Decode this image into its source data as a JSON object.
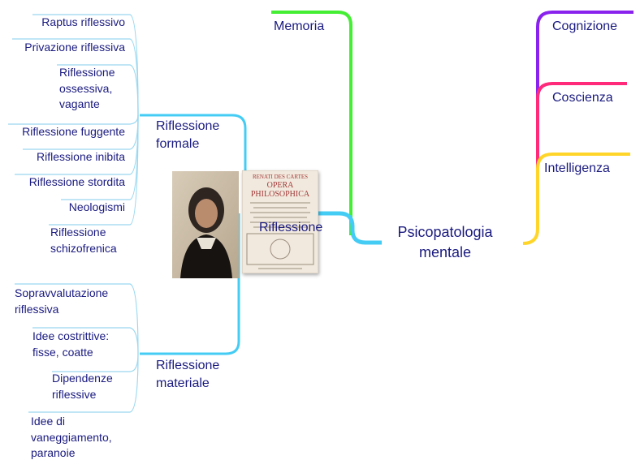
{
  "central": {
    "label": "Psicopatologia mentale"
  },
  "topics": {
    "memoria": "Memoria",
    "cognizione": "Cognizione",
    "coscienza": "Coscienza",
    "intelligenza": "Intelligenza",
    "riflessione": "Riflessione"
  },
  "riflessione_formale": {
    "label": "Riflessione formale",
    "items": [
      "Raptus riflessivo",
      "Privazione riflessiva",
      "Riflessione ossessiva, vagante",
      "Riflessione fuggente",
      "Riflessione inibita",
      "Riflessione stordita",
      "Neologismi",
      "Riflessione schizofrenica"
    ]
  },
  "riflessione_materiale": {
    "label": "Riflessione materiale",
    "items": [
      "Sopravvalutazione riflessiva",
      "Idee costrittive: fisse, coatte",
      "Dipendenze riflessive",
      "Idee di vaneggiamento, paranoie"
    ]
  },
  "book": {
    "title_lines": [
      "RENATI DES CARTES",
      "OPERA",
      "PHILOSOPHICA"
    ]
  },
  "colors": {
    "memoria": "#44ee33",
    "cognizione": "#8a22ee",
    "coscienza": "#ff2a7a",
    "intelligenza": "#ffd52a",
    "riflessione": "#44ccf5",
    "sub_branch": "#86d4f0",
    "text": "#1a1a80"
  }
}
